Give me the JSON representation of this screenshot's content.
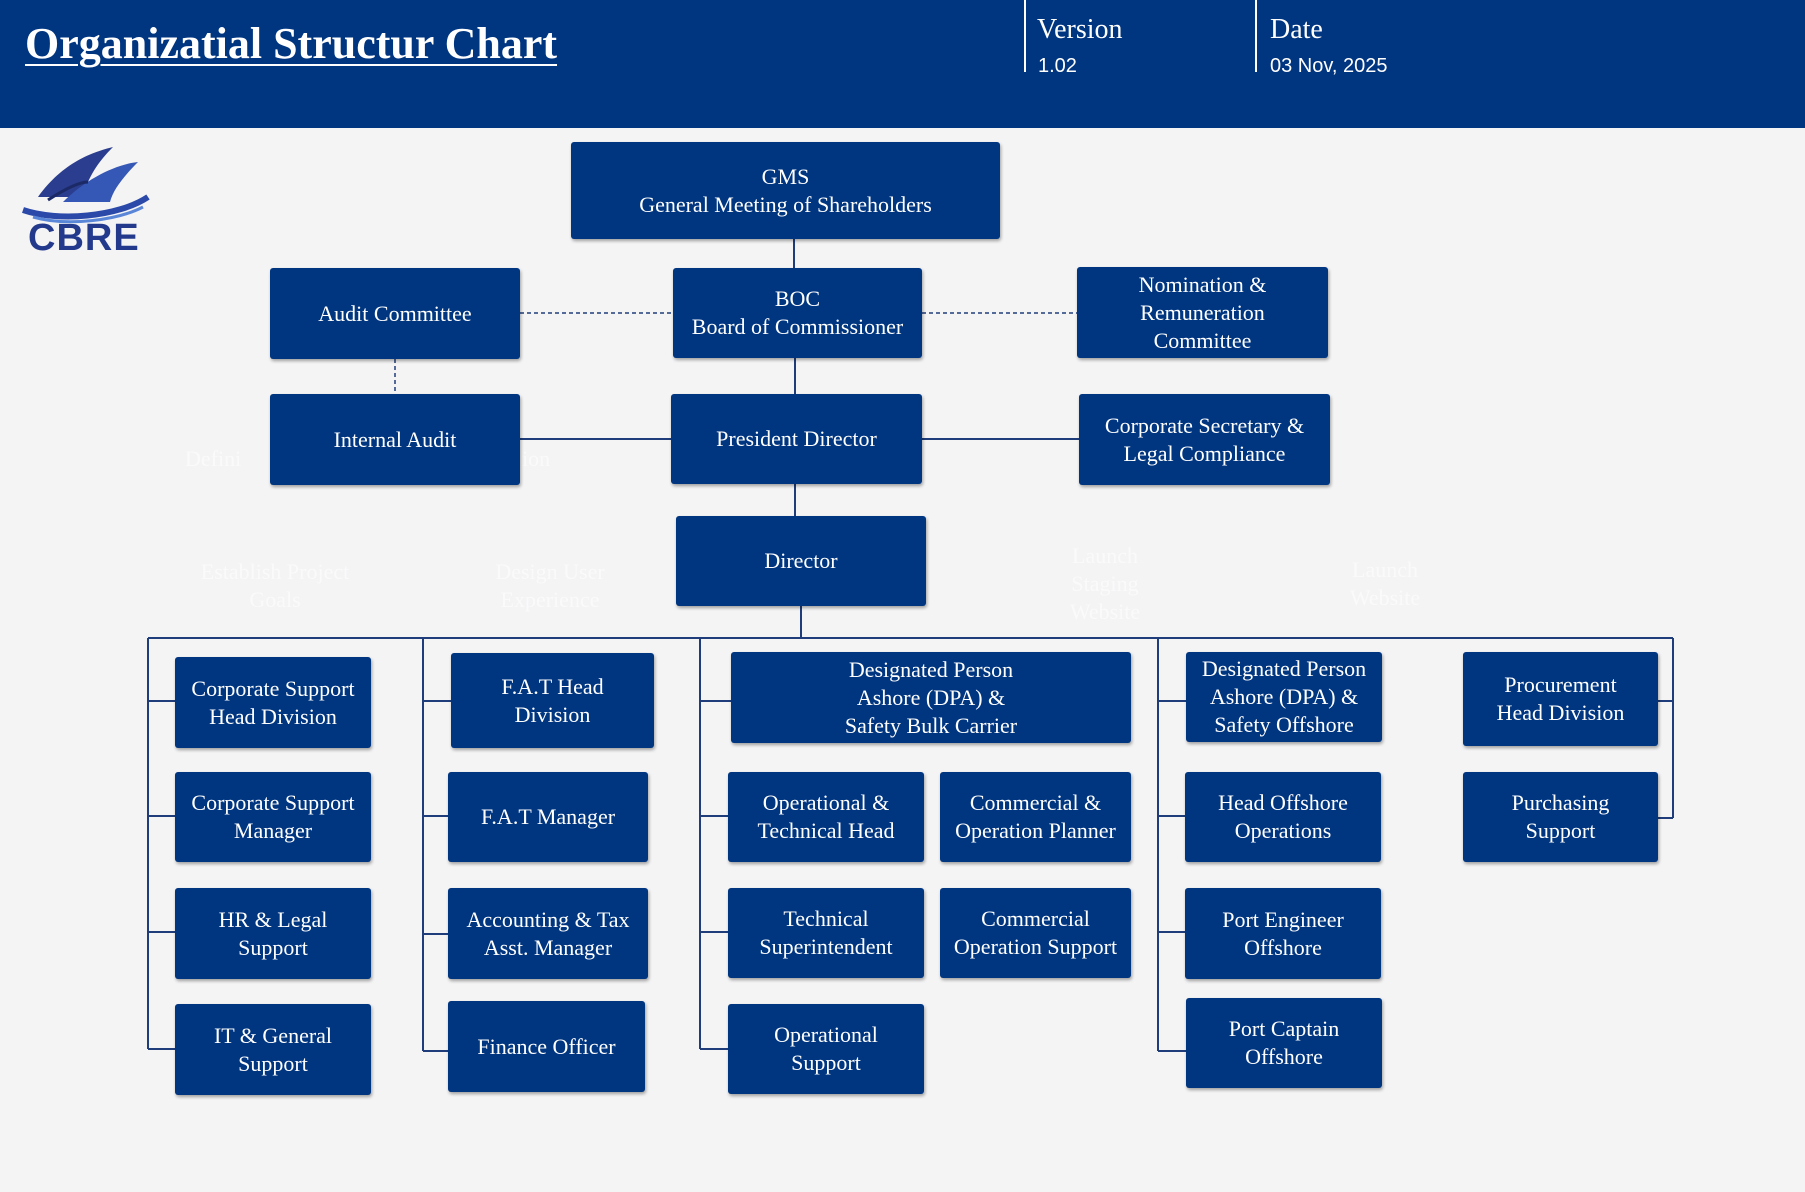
{
  "header": {
    "title": "Organizatial Structur Chart",
    "version_label": "Version",
    "version_value": "1.02",
    "date_label": "Date",
    "date_value": "03 Nov, 2025"
  },
  "logo": {
    "text": "CBRE",
    "icon": "ship-wave-logo-icon"
  },
  "colors": {
    "header": "#003580",
    "box": "#003580",
    "line": "#003580",
    "background": "#f4f4f5",
    "logo_text": "#233a8c"
  },
  "nodes": {
    "gms": "GMS\nGeneral Meeting of Shareholders",
    "audit_committee": "Audit Committee",
    "boc": "BOC\nBoard of Commissioner",
    "nomination": "Nomination &\nRemuneration\nCommittee",
    "internal_audit": "Internal Audit",
    "president_director": "President Director",
    "corporate_secretary": "Corporate Secretary &\nLegal Compliance",
    "director": "Director",
    "corp_support_head": "Corporate Support\nHead Division",
    "corp_support_manager": "Corporate Support\nManager",
    "hr_legal": "HR & Legal\nSupport",
    "it_general": "IT & General\nSupport",
    "fat_head": "F.A.T Head\nDivision",
    "fat_manager": "F.A.T Manager",
    "accounting_tax": "Accounting & Tax\nAsst. Manager",
    "finance_officer": "Finance Officer",
    "dpa_bulk": "Designated Person\nAshore (DPA) &\nSafety Bulk Carrier",
    "ops_tech_head": "Operational &\nTechnical Head",
    "comm_ops_planner": "Commercial &\nOperation Planner",
    "tech_superintendent": "Technical\nSuperintendent",
    "comm_ops_support": "Commercial\nOperation Support",
    "operational_support": "Operational\nSupport",
    "dpa_offshore": "Designated Person\nAshore (DPA) &\nSafety Offshore",
    "head_offshore_ops": "Head Offshore\nOperations",
    "port_engineer": "Port Engineer\nOffshore",
    "port_captain": "Port Captain\nOffshore",
    "procurement_head": "Procurement\nHead Division",
    "purchasing_support": "Purchasing\nSupport"
  },
  "ghost_text": {
    "defini": "Defini",
    "ion": "ion",
    "establish_goals": "Establish Project\nGoals",
    "design_ux": "Design User\nExperience",
    "launch_staging": "Launch\nStaging\nWebsite",
    "launch_website": "Launch\nWebsite"
  }
}
